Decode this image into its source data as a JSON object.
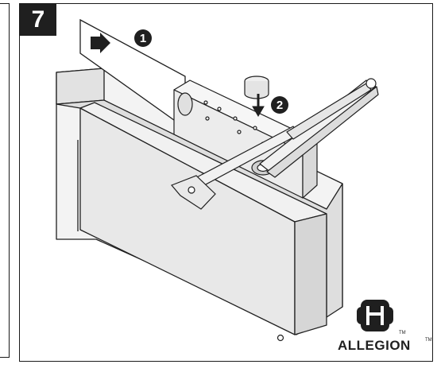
{
  "step": {
    "number": "7"
  },
  "callouts": [
    {
      "label": "1"
    },
    {
      "label": "2"
    }
  ],
  "brand": {
    "name": "ALLEGION",
    "tm": "TM"
  },
  "colors": {
    "ink": "#1f1f1f",
    "shade": "#e8e8e8",
    "mid": "#cfcfcf",
    "paper": "#ffffff"
  }
}
